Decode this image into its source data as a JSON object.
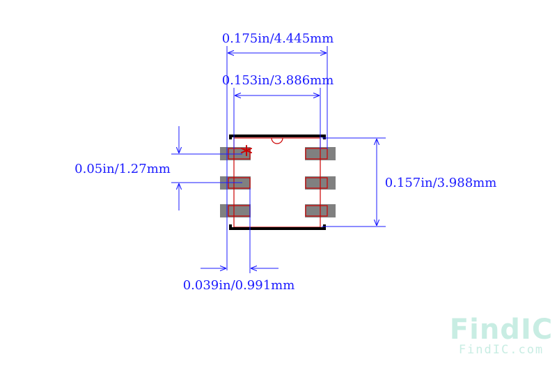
{
  "dimensions": {
    "overall_width": "0.175in/4.445mm",
    "body_width": "0.153in/3.886mm",
    "pitch": "0.05in/1.27mm",
    "body_height": "0.157in/3.988mm",
    "pad_width": "0.039in/0.991mm"
  },
  "watermark": {
    "brand": "FindIC",
    "url": "FindIC.com"
  },
  "colors": {
    "dimension": "#1a1aff",
    "outline": "#cc0000",
    "pad": "#808080",
    "silkscreen": "#000000",
    "pin1_marker": "#cc0000",
    "logo_light": "#c8ede3",
    "logo_accent": "#f2d7c0"
  }
}
